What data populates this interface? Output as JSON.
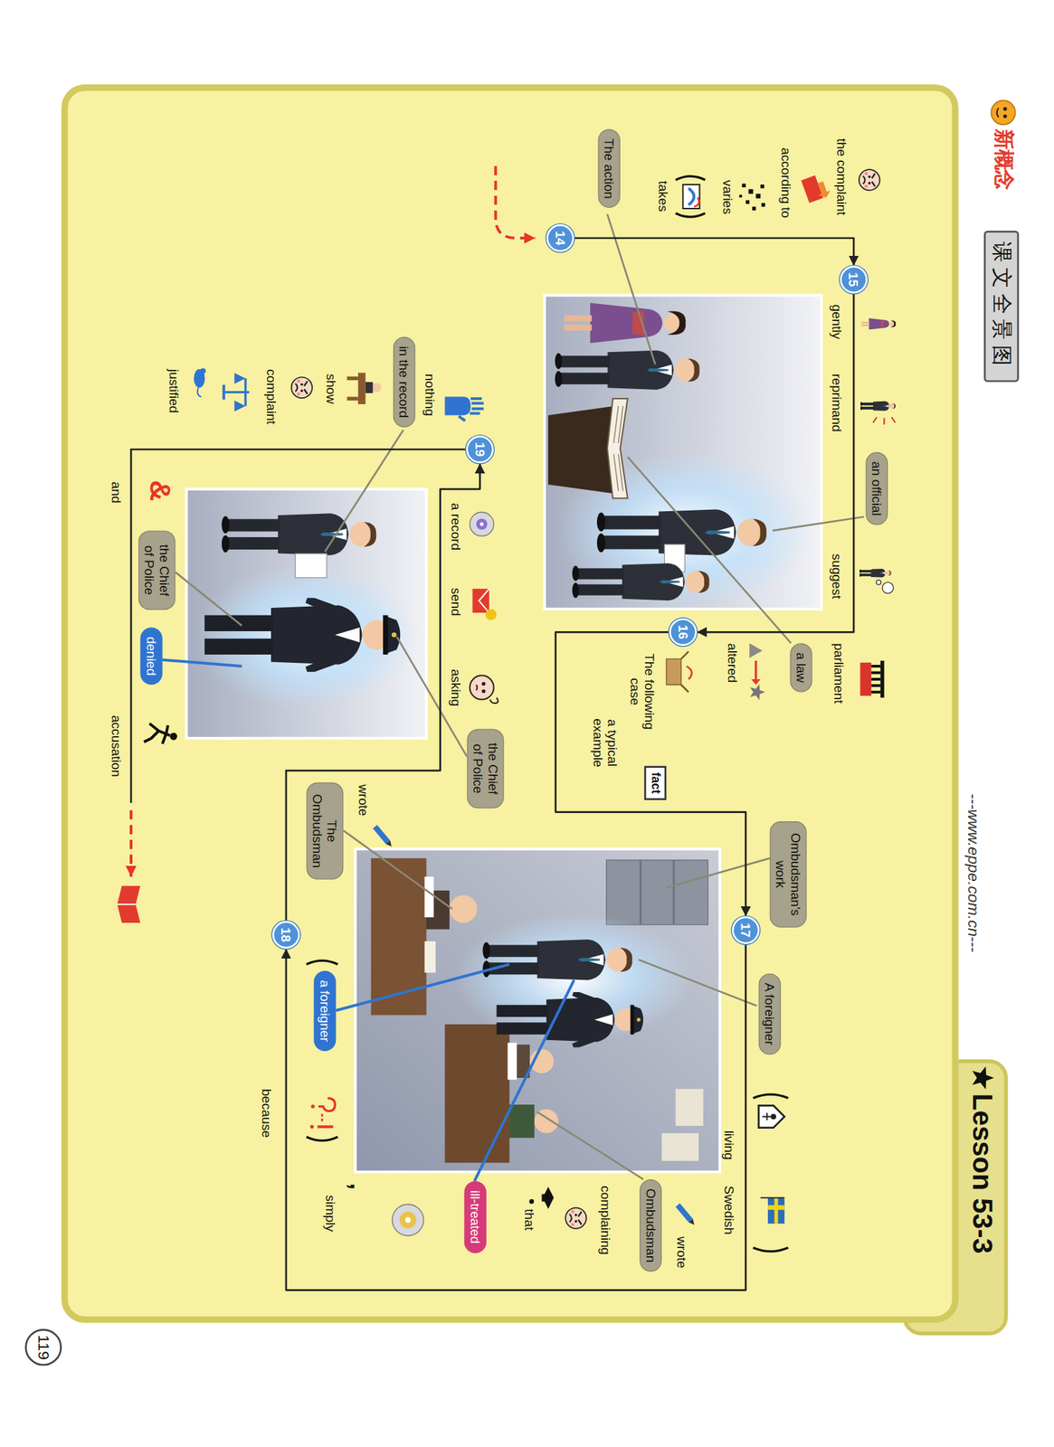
{
  "diagram": {
    "title": "Lesson 53-3",
    "nodes": [
      {
        "text": [
          "课文全景图"
        ]
      },
      {
        "text": [
          "The action"
        ]
      },
      {
        "text": [
          "14"
        ]
      },
      {
        "text": [
          "15"
        ]
      },
      {
        "text": [
          "an official"
        ]
      },
      {
        "text": [
          "a law"
        ]
      },
      {
        "text": [
          "16"
        ]
      },
      {
        "text": [
          "fact"
        ]
      },
      {
        "text": [
          "Ombudsman's work"
        ]
      },
      {
        "text": [
          "17"
        ]
      },
      {
        "text": [
          "A foreigner"
        ]
      },
      {
        "text": [
          "Ombudsman"
        ]
      },
      {
        "text": [
          "ill-treated"
        ]
      },
      {
        "text": [
          "a foreigner"
        ]
      },
      {
        "text": [
          "18"
        ]
      },
      {
        "text": [
          "The Ombudsman"
        ]
      },
      {
        "text": [
          "the Chief of Police"
        ]
      },
      {
        "text": [
          "19"
        ]
      },
      {
        "text": [
          "in the record"
        ]
      },
      {
        "text": [
          "the Chief of Police"
        ]
      },
      {
        "text": [
          "denied"
        ]
      },
      {
        "text": [
          "119"
        ]
      }
    ],
    "edges": [
      {
        "from": 2,
        "to": 3,
        "arrow": "to"
      },
      {
        "from": 3,
        "to": 6,
        "arrow": "to"
      },
      {
        "from": 6,
        "to": 9,
        "arrow": "to"
      },
      {
        "from": 9,
        "to": 14,
        "arrow": "to"
      },
      {
        "from": 14,
        "to": 17,
        "arrow": "to"
      }
    ],
    "labels": [
      "新概念",
      "---www.eppe.com.cn---",
      "the complaint",
      "according to",
      "varies",
      "takes",
      "gently",
      "reprimand",
      "suggest",
      "parliament",
      "altered",
      "The following case",
      "a typical example",
      "living",
      "Swedish",
      "wrote",
      "complaining",
      "that",
      ",",
      "simply",
      "because",
      "wrote",
      "a record",
      "send",
      "asking",
      "nothing",
      "show",
      "complaint",
      "justified",
      "&",
      "and",
      "accusation"
    ]
  }
}
